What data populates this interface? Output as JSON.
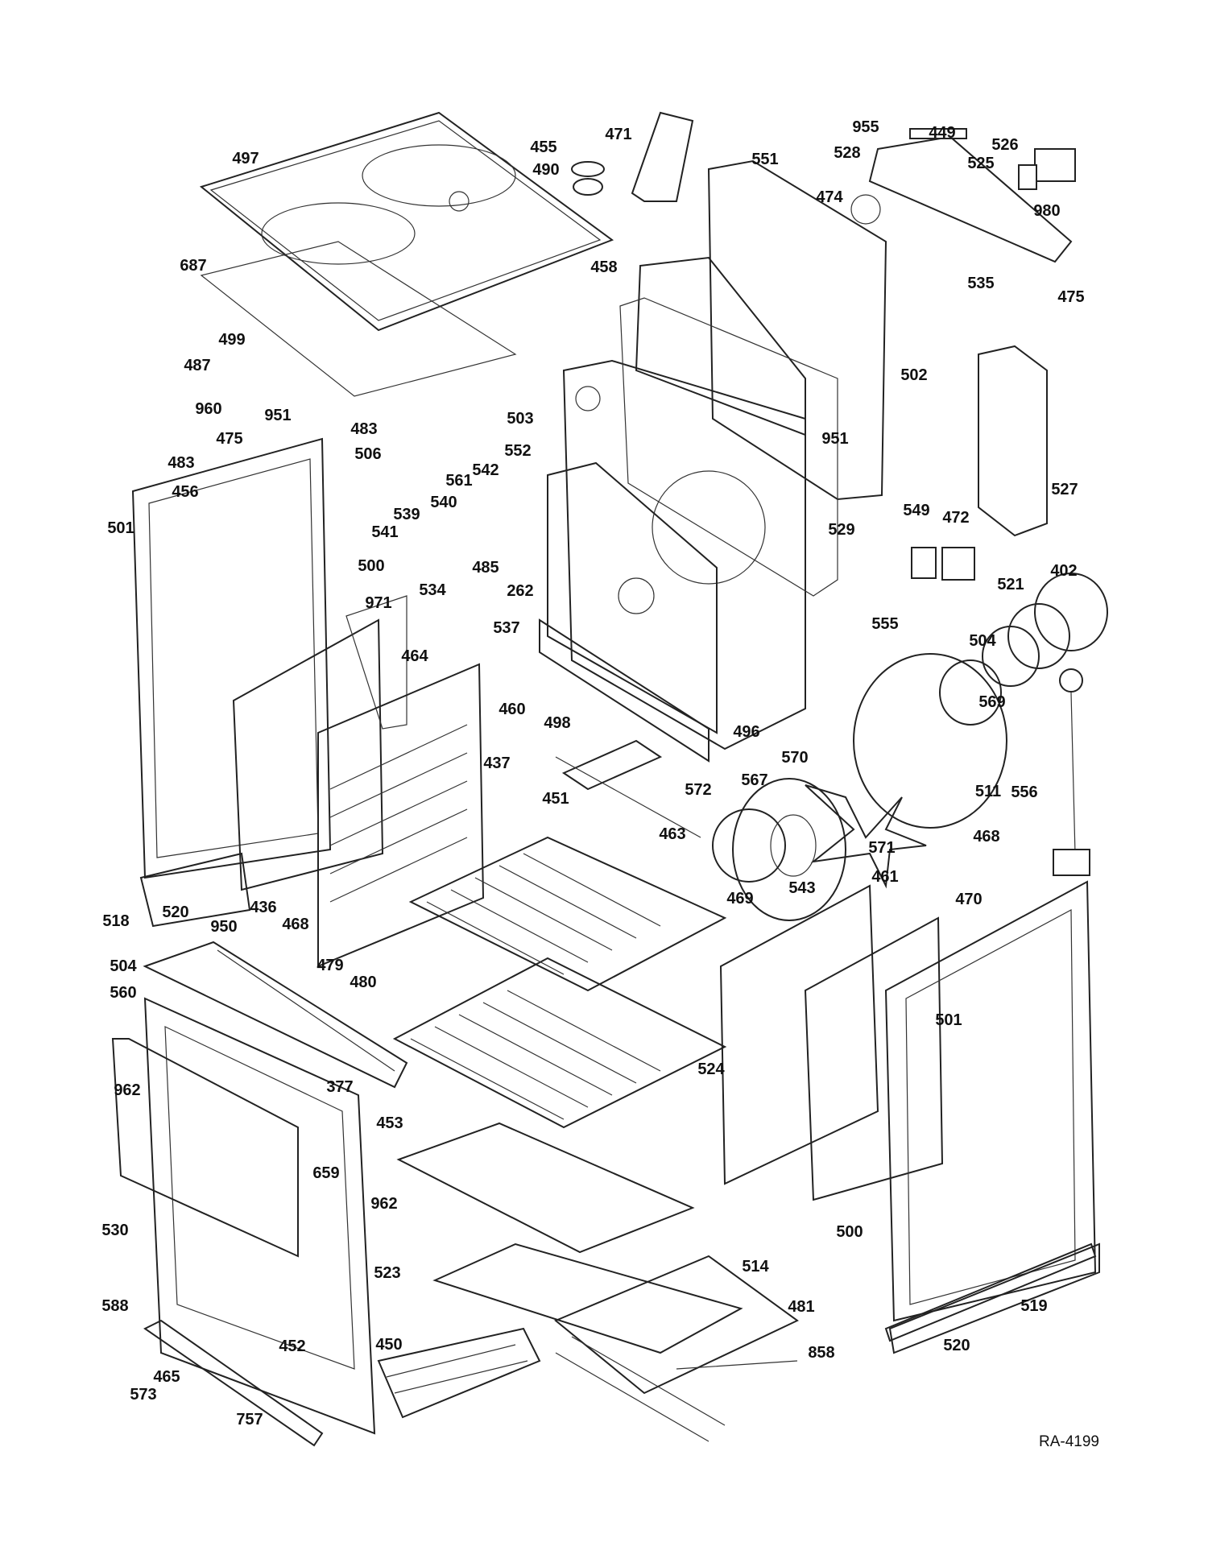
{
  "diagram": {
    "reference": "RA-4199",
    "callouts": [
      {
        "id": "497",
        "label": "497"
      },
      {
        "id": "455",
        "label": "455"
      },
      {
        "id": "490",
        "label": "490"
      },
      {
        "id": "471",
        "label": "471"
      },
      {
        "id": "955",
        "label": "955"
      },
      {
        "id": "449",
        "label": "449"
      },
      {
        "id": "528",
        "label": "528"
      },
      {
        "id": "526",
        "label": "526"
      },
      {
        "id": "525",
        "label": "525"
      },
      {
        "id": "980",
        "label": "980"
      },
      {
        "id": "551",
        "label": "551"
      },
      {
        "id": "474",
        "label": "474"
      },
      {
        "id": "535",
        "label": "535"
      },
      {
        "id": "475a",
        "label": "475"
      },
      {
        "id": "687",
        "label": "687"
      },
      {
        "id": "458",
        "label": "458"
      },
      {
        "id": "502",
        "label": "502"
      },
      {
        "id": "499",
        "label": "499"
      },
      {
        "id": "487",
        "label": "487"
      },
      {
        "id": "960",
        "label": "960"
      },
      {
        "id": "951a",
        "label": "951"
      },
      {
        "id": "483a",
        "label": "483"
      },
      {
        "id": "503",
        "label": "503"
      },
      {
        "id": "951b",
        "label": "951"
      },
      {
        "id": "527",
        "label": "527"
      },
      {
        "id": "475b",
        "label": "475"
      },
      {
        "id": "483b",
        "label": "483"
      },
      {
        "id": "506",
        "label": "506"
      },
      {
        "id": "552",
        "label": "552"
      },
      {
        "id": "542",
        "label": "542"
      },
      {
        "id": "456",
        "label": "456"
      },
      {
        "id": "561",
        "label": "561"
      },
      {
        "id": "540",
        "label": "540"
      },
      {
        "id": "501a",
        "label": "501"
      },
      {
        "id": "539",
        "label": "539"
      },
      {
        "id": "529",
        "label": "529"
      },
      {
        "id": "549",
        "label": "549"
      },
      {
        "id": "472",
        "label": "472"
      },
      {
        "id": "541",
        "label": "541"
      },
      {
        "id": "485",
        "label": "485"
      },
      {
        "id": "262",
        "label": "262"
      },
      {
        "id": "402",
        "label": "402"
      },
      {
        "id": "500a",
        "label": "500"
      },
      {
        "id": "534",
        "label": "534"
      },
      {
        "id": "521",
        "label": "521"
      },
      {
        "id": "971",
        "label": "971"
      },
      {
        "id": "555",
        "label": "555"
      },
      {
        "id": "537",
        "label": "537"
      },
      {
        "id": "504a",
        "label": "504"
      },
      {
        "id": "464",
        "label": "464"
      },
      {
        "id": "569",
        "label": "569"
      },
      {
        "id": "460",
        "label": "460"
      },
      {
        "id": "498",
        "label": "498"
      },
      {
        "id": "496",
        "label": "496"
      },
      {
        "id": "570",
        "label": "570"
      },
      {
        "id": "437",
        "label": "437"
      },
      {
        "id": "567",
        "label": "567"
      },
      {
        "id": "511",
        "label": "511"
      },
      {
        "id": "556",
        "label": "556"
      },
      {
        "id": "572",
        "label": "572"
      },
      {
        "id": "451",
        "label": "451"
      },
      {
        "id": "463",
        "label": "463"
      },
      {
        "id": "571",
        "label": "571"
      },
      {
        "id": "468a",
        "label": "468"
      },
      {
        "id": "543",
        "label": "543"
      },
      {
        "id": "461",
        "label": "461"
      },
      {
        "id": "469",
        "label": "469"
      },
      {
        "id": "470",
        "label": "470"
      },
      {
        "id": "518",
        "label": "518"
      },
      {
        "id": "520a",
        "label": "520"
      },
      {
        "id": "436",
        "label": "436"
      },
      {
        "id": "950",
        "label": "950"
      },
      {
        "id": "468b",
        "label": "468"
      },
      {
        "id": "504b",
        "label": "504"
      },
      {
        "id": "479",
        "label": "479"
      },
      {
        "id": "480",
        "label": "480"
      },
      {
        "id": "501b",
        "label": "501"
      },
      {
        "id": "560",
        "label": "560"
      },
      {
        "id": "377",
        "label": "377"
      },
      {
        "id": "524",
        "label": "524"
      },
      {
        "id": "962a",
        "label": "962"
      },
      {
        "id": "453",
        "label": "453"
      },
      {
        "id": "659",
        "label": "659"
      },
      {
        "id": "962b",
        "label": "962"
      },
      {
        "id": "500b",
        "label": "500"
      },
      {
        "id": "530",
        "label": "530"
      },
      {
        "id": "523",
        "label": "523"
      },
      {
        "id": "514",
        "label": "514"
      },
      {
        "id": "519",
        "label": "519"
      },
      {
        "id": "588",
        "label": "588"
      },
      {
        "id": "481",
        "label": "481"
      },
      {
        "id": "452",
        "label": "452"
      },
      {
        "id": "450",
        "label": "450"
      },
      {
        "id": "858",
        "label": "858"
      },
      {
        "id": "520b",
        "label": "520"
      },
      {
        "id": "465",
        "label": "465"
      },
      {
        "id": "573",
        "label": "573"
      },
      {
        "id": "757",
        "label": "757"
      }
    ]
  }
}
